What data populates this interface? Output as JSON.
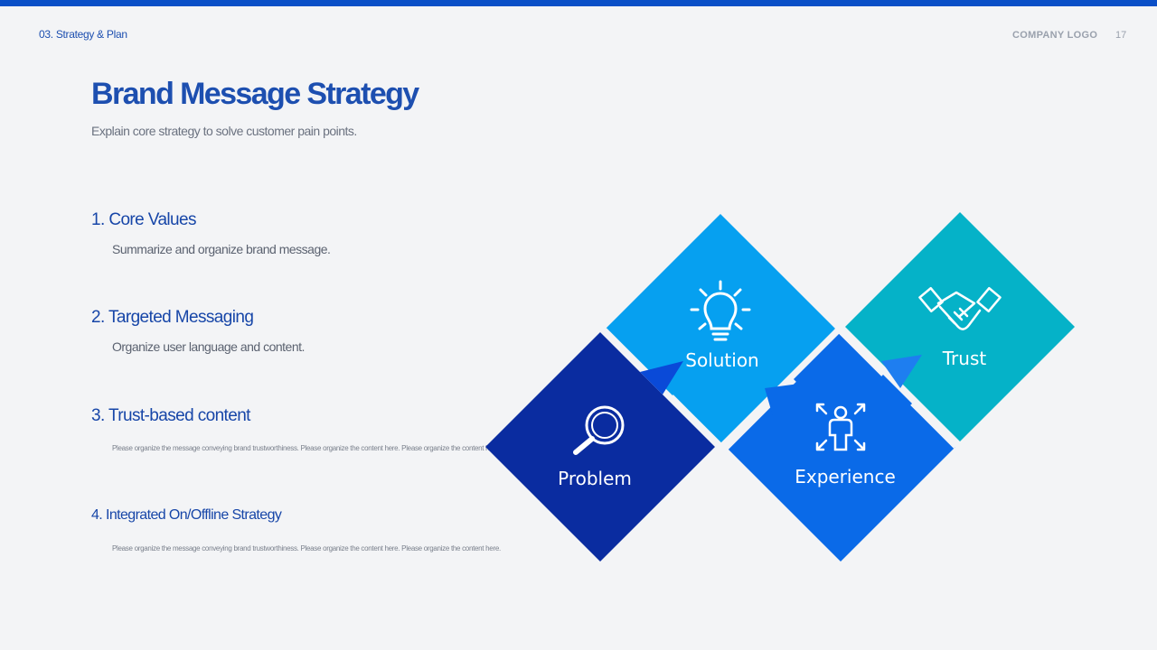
{
  "header": {
    "section": "03. Strategy & Plan",
    "logo": "COMPANY LOGO",
    "page": "17"
  },
  "title": "Brand Message Strategy",
  "subtitle": "Explain core strategy to solve customer pain points.",
  "items": [
    {
      "heading": "1. Core Values",
      "desc": "Summarize and organize brand message."
    },
    {
      "heading": "2. Targeted Messaging",
      "desc": "Organize user language and content."
    },
    {
      "heading": "3. Trust-based content",
      "desc": "Please organize the message conveying brand trustworthiness. Please organize the content here. Please organize the content here."
    },
    {
      "heading": "4. Integrated On/Offline Strategy",
      "desc": "Please organize the message conveying brand trustworthiness. Please organize the content here. Please organize the content here."
    }
  ],
  "diagram": {
    "steps": [
      {
        "label": "Problem",
        "icon": "magnifier-icon",
        "color": "#0a2ca0"
      },
      {
        "label": "Solution",
        "icon": "lightbulb-icon",
        "color": "#06a0f0"
      },
      {
        "label": "Experience",
        "icon": "person-focus-icon",
        "color": "#0a6ae8"
      },
      {
        "label": "Trust",
        "icon": "handshake-icon",
        "color": "#05b2c8"
      }
    ]
  },
  "colors": {
    "accent": "#0a4fc7",
    "title": "#1d4fb0",
    "background": "#f3f4f6"
  }
}
